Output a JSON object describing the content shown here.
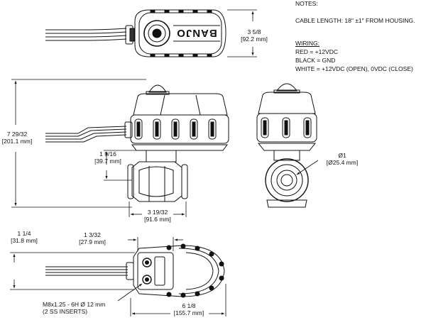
{
  "notes": {
    "heading": "NOTES:",
    "cable_length": "CABLE LENGTH: 18\" ±1\" FROM HOUSING.",
    "wiring_heading": "WIRING:",
    "wiring": [
      "RED = +12VDC",
      "BLACK = GND",
      "WHITE = +12VDC (OPEN), 0VDC (CLOSE)"
    ]
  },
  "dimensions": {
    "top_height": {
      "main": "3 5/8",
      "metric": "[92.2 mm]"
    },
    "total_height": {
      "main": "7 29/32",
      "metric": "[201.1 mm]"
    },
    "port_height": {
      "main": "1 9/16",
      "metric": "[39.7 mm]"
    },
    "bore_dia": {
      "main": "Ø1",
      "metric": "[Ø25.4 mm]"
    },
    "body_length": {
      "main": "3 19/32",
      "metric": "[91.6 mm]"
    },
    "base_offset": {
      "main": "1 1/4",
      "metric": "[31.8 mm]"
    },
    "base_width": {
      "main": "1 3/32",
      "metric": "[27.9 mm]"
    },
    "insert_thread": {
      "main": "M8x1.25 - 6H Ø 12 mm",
      "metric": "(2 SS INSERTS)"
    },
    "overall_width": {
      "main": "6 1/8",
      "metric": "[155.7 mm]"
    }
  },
  "logo_text": "BANJO"
}
